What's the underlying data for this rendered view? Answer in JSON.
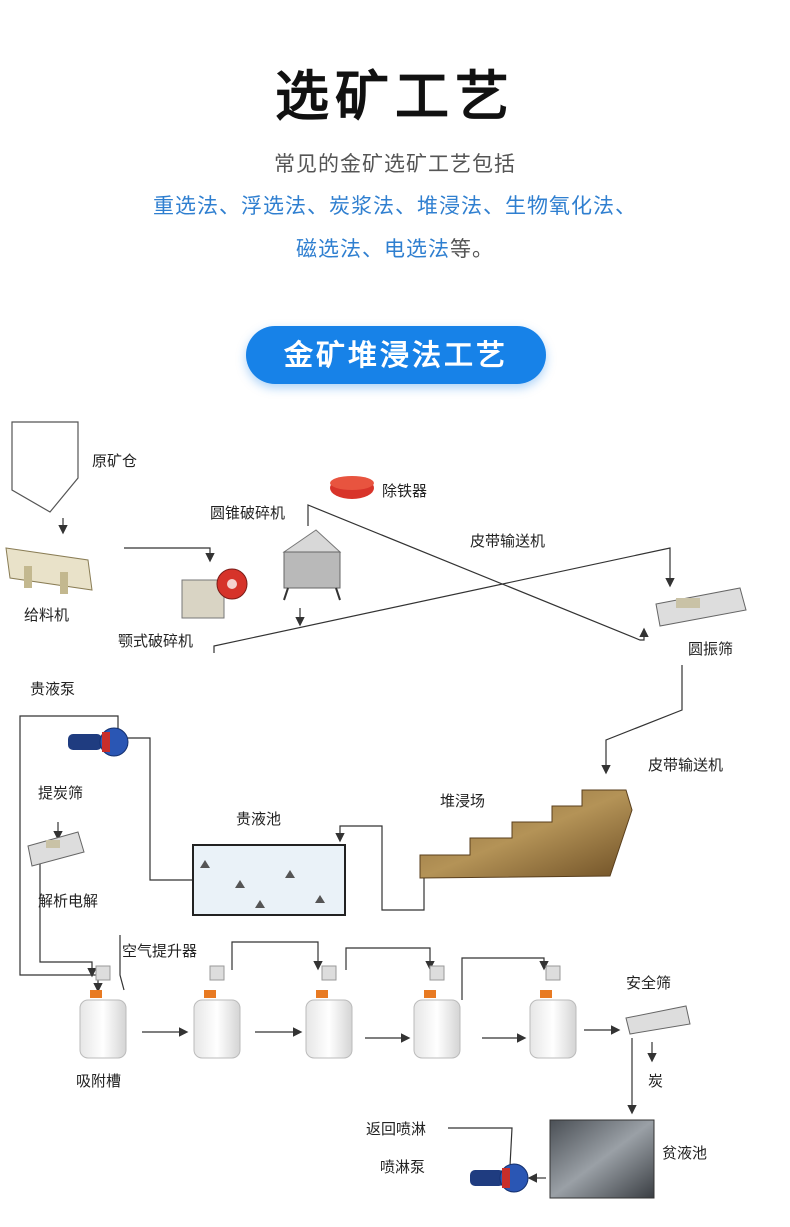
{
  "header": {
    "title": "选矿工艺",
    "intro": "常见的金矿选矿工艺包括",
    "methods_line1": "重选法、浮选法、炭浆法、堆浸法、生物氧化法、",
    "methods_line2_blue": "磁选法、电选法",
    "methods_line2_tail": "等。"
  },
  "section": {
    "badge": "金矿堆浸法工艺"
  },
  "diagram": {
    "labels": {
      "ore_bin": "原矿仓",
      "iron_remover": "除铁器",
      "cone_crusher": "圆锥破碎机",
      "belt_conveyor_1": "皮带输送机",
      "feeder": "给料机",
      "jaw_crusher": "颚式破碎机",
      "vibrating_screen": "圆振筛",
      "pregnant_pump": "贵液泵",
      "belt_conveyor_2": "皮带输送机",
      "carbon_screen": "提炭筛",
      "heap_leach_yard": "堆浸场",
      "pregnant_pool": "贵液池",
      "desorption_electrolysis": "解析电解",
      "air_lift": "空气提升器",
      "safety_screen": "安全筛",
      "adsorption_tank": "吸附槽",
      "carbon": "炭",
      "return_spray": "返回喷淋",
      "barren_pool": "贫液池",
      "spray_pump": "喷淋泵"
    }
  }
}
